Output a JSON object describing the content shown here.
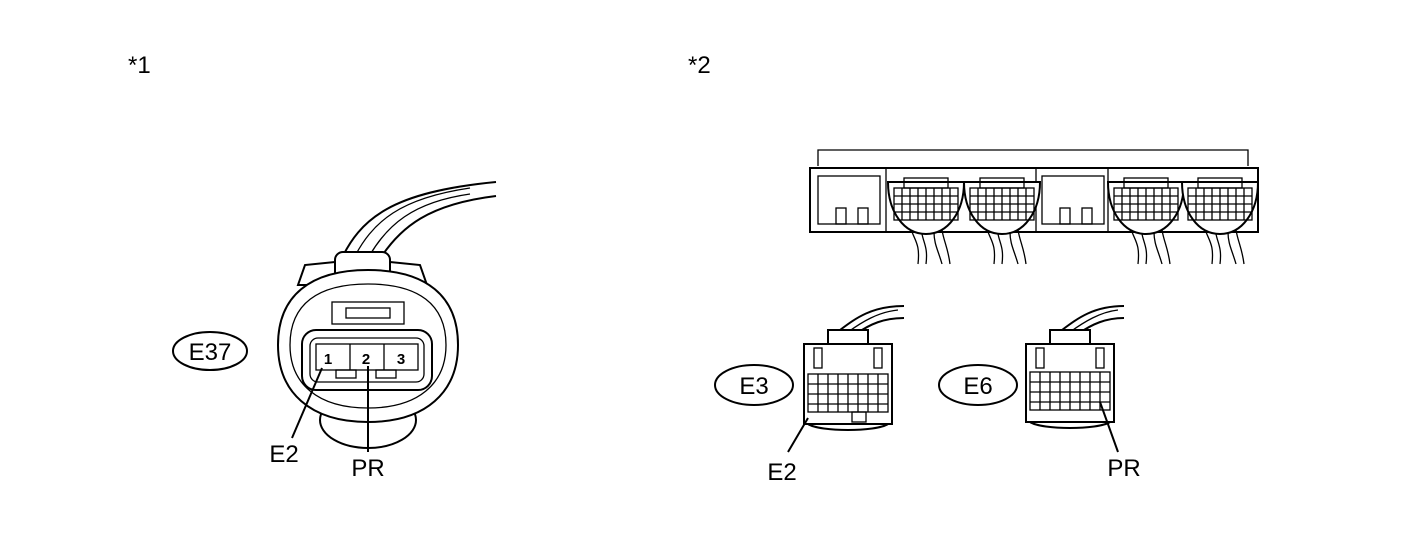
{
  "figures": [
    {
      "marker": "*1",
      "connector": "E37",
      "pins": [
        "1",
        "2",
        "3"
      ],
      "terminals": [
        "E2",
        "PR"
      ]
    },
    {
      "marker": "*2",
      "connectors": [
        {
          "id": "E3",
          "terminal": "E2"
        },
        {
          "id": "E6",
          "terminal": "PR"
        }
      ]
    }
  ]
}
